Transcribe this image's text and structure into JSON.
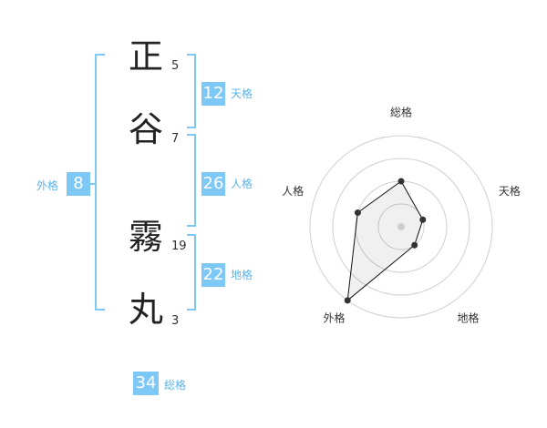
{
  "name": {
    "chars": [
      {
        "char": "正",
        "strokes": "5"
      },
      {
        "char": "谷",
        "strokes": "7"
      },
      {
        "char": "霧",
        "strokes": "19"
      },
      {
        "char": "丸",
        "strokes": "3"
      }
    ]
  },
  "scores": {
    "tenkaku": {
      "value": "12",
      "label": "天格"
    },
    "jinkaku": {
      "value": "26",
      "label": "人格"
    },
    "chikaku": {
      "value": "22",
      "label": "地格"
    },
    "gaikaku": {
      "value": "8",
      "label": "外格"
    },
    "soukaku": {
      "value": "34",
      "label": "総格"
    }
  },
  "colors": {
    "accent": "#7ec8f5",
    "label": "#5ab4ea",
    "bracket": "#7ec8f5"
  },
  "chart_data": {
    "type": "radar",
    "axes": [
      "総格",
      "天格",
      "地格",
      "外格",
      "人格"
    ],
    "values": [
      2,
      1,
      1,
      4,
      2
    ],
    "rmax": 4,
    "rings": 4
  }
}
